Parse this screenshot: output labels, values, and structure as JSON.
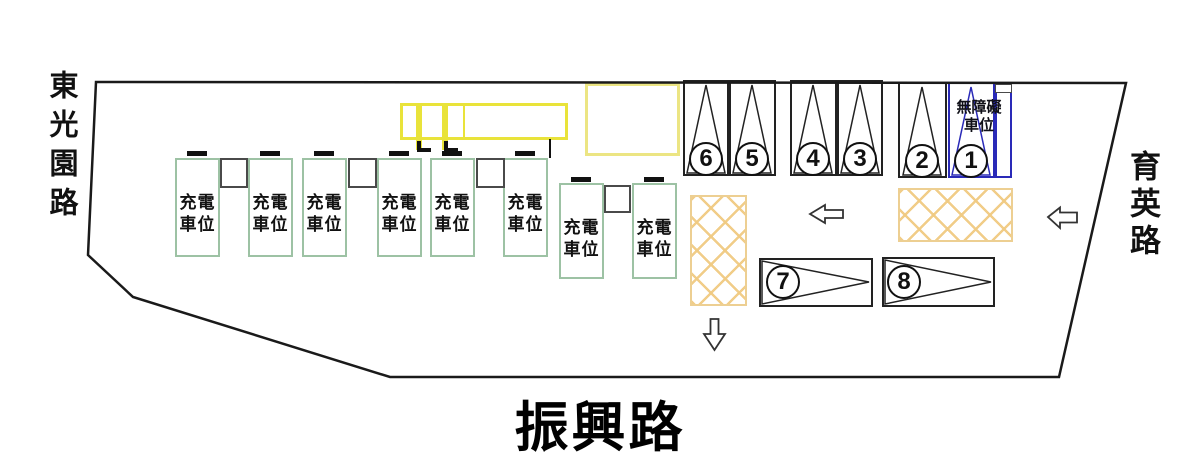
{
  "map": {
    "roads": {
      "west": "東光園路",
      "east": "育英路",
      "south": "振興路"
    },
    "charging": {
      "line1": "充電",
      "line2": "車位",
      "full": "充電車位"
    },
    "accessible": {
      "line1": "無障礙",
      "line2": "車位",
      "full": "無障礙車位"
    },
    "numbers": [
      "1",
      "2",
      "3",
      "4",
      "5",
      "6",
      "7",
      "8"
    ]
  },
  "icons": {
    "arrow_mid": "left-arrow",
    "arrow_right": "left-arrow",
    "arrow_bottom": "down-arrow"
  },
  "colors": {
    "charging_border": "#9dc2a4",
    "accessible_blue": "#2a2ab8",
    "hatch_orange": "#edcf92",
    "structure_yellow": "#e9e33a",
    "structure_pale_yellow": "#ece583",
    "line_black": "#1a1a1a"
  }
}
